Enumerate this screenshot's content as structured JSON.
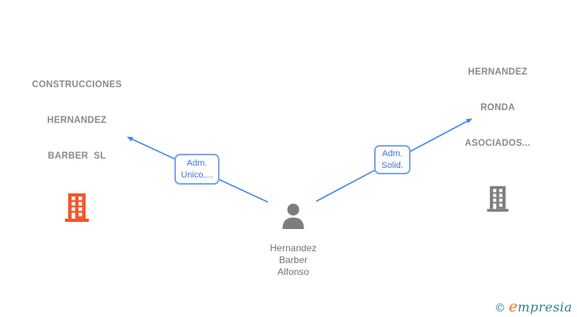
{
  "diagram": {
    "person": {
      "name_lines": [
        "Hernandez",
        "Barber",
        "Alfonso"
      ]
    },
    "companies": [
      {
        "name_lines": [
          "CONSTRUCCIONES",
          "HERNANDEZ",
          "BARBER  SL"
        ],
        "icon_color": "#f4562b"
      },
      {
        "name_lines": [
          "HERNANDEZ",
          "RONDA",
          "ASOCIADOS..."
        ],
        "icon_color": "#7f7f7f"
      }
    ],
    "edges": [
      {
        "label_lines": [
          "Adm.",
          "Unico,..."
        ]
      },
      {
        "label_lines": [
          "Adm.",
          "Solid."
        ]
      }
    ],
    "colors": {
      "edge_blue": "#4285f4",
      "label_border": "#7aa7e8",
      "label_text": "#4274d9",
      "company_text": "#8a8a8a",
      "person_text": "#757575",
      "person_icon": "#7d7d7d"
    },
    "watermark": {
      "copyright_symbol": "©",
      "brand_initial": "e",
      "brand_rest": "mpresia",
      "accent_color": "#ee7623",
      "main_color": "#2a7f8f"
    }
  }
}
